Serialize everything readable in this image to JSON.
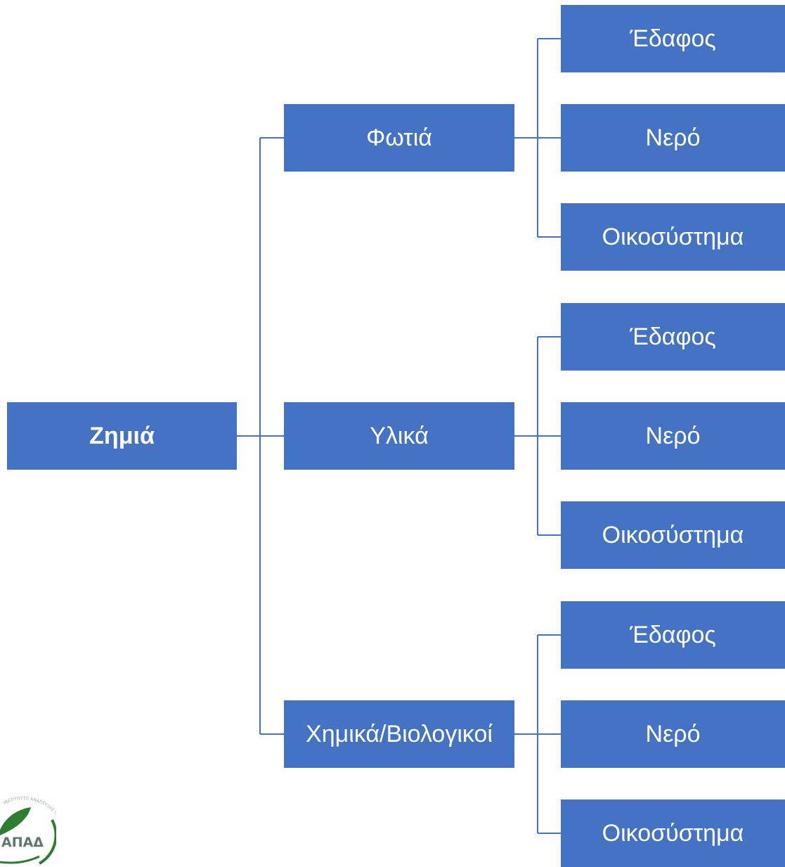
{
  "root": {
    "label": "Ζημιά"
  },
  "categories": [
    {
      "label": "Φωτιά",
      "children": [
        "Έδαφος",
        "Νερό",
        "Οικοσύστημα"
      ]
    },
    {
      "label": "Υλικά",
      "children": [
        "Έδαφος",
        "Νερό",
        "Οικοσύστημα"
      ]
    },
    {
      "label": "Χημικά/Βιολογικοί",
      "children": [
        "Έδαφος",
        "Νερό",
        "Οικοσύστημα"
      ]
    }
  ],
  "logo": {
    "text": "ΑΠΑΔ",
    "arc_text": "ΙΝΣΤΙΤΟΥΤΟ ΑΝΑΠΤΥΞΗΣ ΠΕΡΙΦ..."
  },
  "colors": {
    "box": "#4472c4",
    "line": "#4472c4",
    "logo_green": "#2e7d32"
  }
}
